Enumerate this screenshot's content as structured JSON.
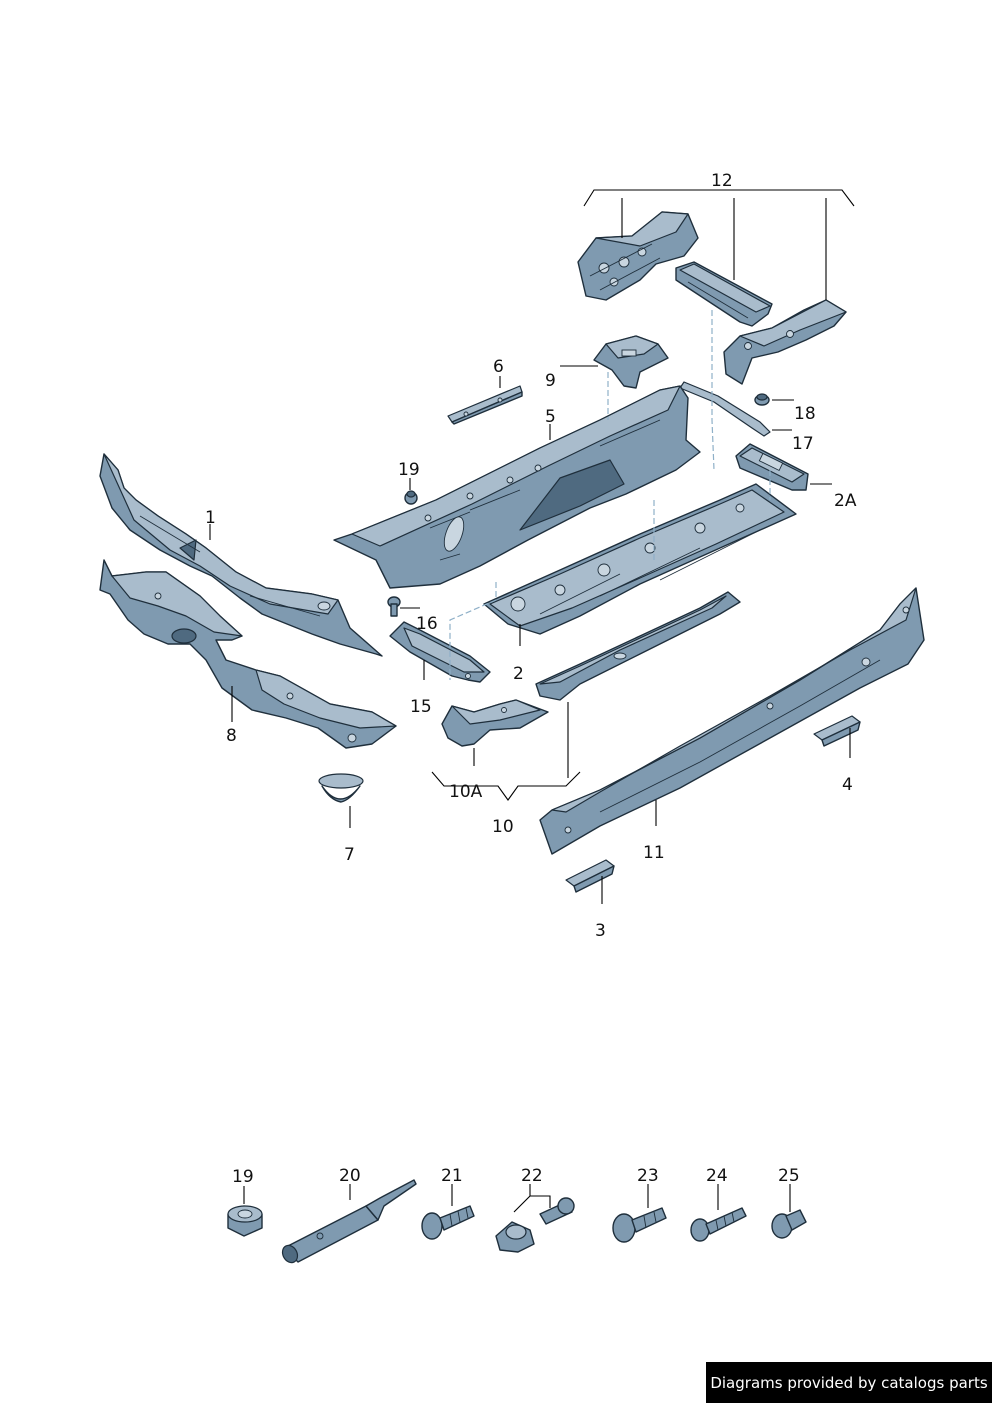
{
  "callouts": {
    "c1": "1",
    "c2": "2",
    "c2a": "2A",
    "c3": "3",
    "c4": "4",
    "c5": "5",
    "c6": "6",
    "c7": "7",
    "c8": "8",
    "c9": "9",
    "c10": "10",
    "c10a": "10A",
    "c11": "11",
    "c12": "12",
    "c15": "15",
    "c16": "16",
    "c17": "17",
    "c18": "18",
    "c19": "19",
    "f19": "19",
    "f20": "20",
    "f21": "21",
    "f22": "22",
    "f23": "23",
    "f24": "24",
    "f25": "25"
  },
  "credit": "Diagrams provided by catalogs parts"
}
